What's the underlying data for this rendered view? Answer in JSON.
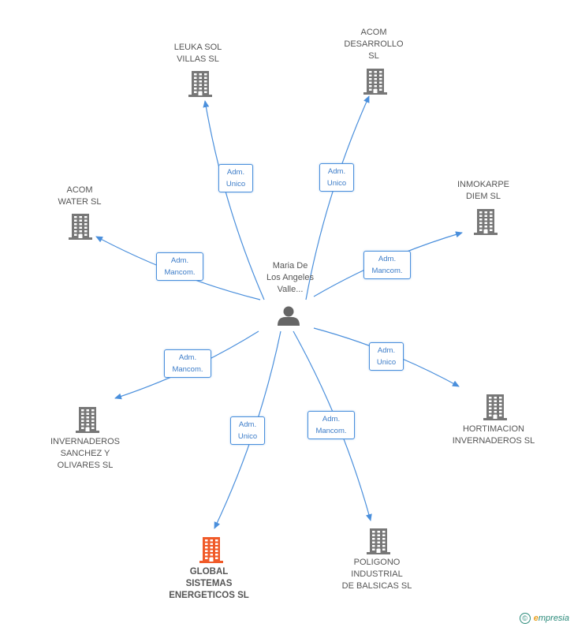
{
  "center": {
    "name": "Maria De\nLos Angeles\nValle...",
    "icon": "person-icon"
  },
  "companies": [
    {
      "id": "leuka",
      "label": "LEUKA SOL\nVILLAS SL",
      "icon": "building-icon",
      "highlight": false
    },
    {
      "id": "acom-desarrollo",
      "label": "ACOM\nDESARROLLO\nSL",
      "icon": "building-icon",
      "highlight": false
    },
    {
      "id": "acom-water",
      "label": "ACOM\nWATER SL",
      "icon": "building-icon",
      "highlight": false
    },
    {
      "id": "inmokarpe",
      "label": "INMOKARPE\nDIEM SL",
      "icon": "building-icon",
      "highlight": false
    },
    {
      "id": "invernaderos",
      "label": "INVERNADEROS\nSANCHEZ Y\nOLIVARES  SL",
      "icon": "building-icon",
      "highlight": false
    },
    {
      "id": "hortimacion",
      "label": "HORTIMACION\nINVERNADEROS SL",
      "icon": "building-icon",
      "highlight": false
    },
    {
      "id": "global",
      "label": "GLOBAL\nSISTEMAS\nENERGETICOS SL",
      "icon": "building-icon",
      "highlight": true
    },
    {
      "id": "poligono",
      "label": "POLIGONO\nINDUSTRIAL\nDE BALSICAS SL",
      "icon": "building-icon",
      "highlight": false
    }
  ],
  "relations": [
    {
      "to": "leuka",
      "label": "Adm.\nUnico"
    },
    {
      "to": "acom-desarrollo",
      "label": "Adm.\nUnico"
    },
    {
      "to": "acom-water",
      "label": "Adm.\nMancom."
    },
    {
      "to": "inmokarpe",
      "label": "Adm.\nMancom."
    },
    {
      "to": "invernaderos",
      "label": "Adm.\nMancom."
    },
    {
      "to": "hortimacion",
      "label": "Adm.\nUnico"
    },
    {
      "to": "global",
      "label": "Adm.\nUnico"
    },
    {
      "to": "poligono",
      "label": "Adm.\nMancom."
    }
  ],
  "colors": {
    "edge": "#4a8fdc",
    "building": "#777777",
    "highlight": "#f05a28",
    "person": "#666666"
  },
  "footer": {
    "copyright": "©",
    "brand_e": "e",
    "brand_rest": "mpresia"
  }
}
